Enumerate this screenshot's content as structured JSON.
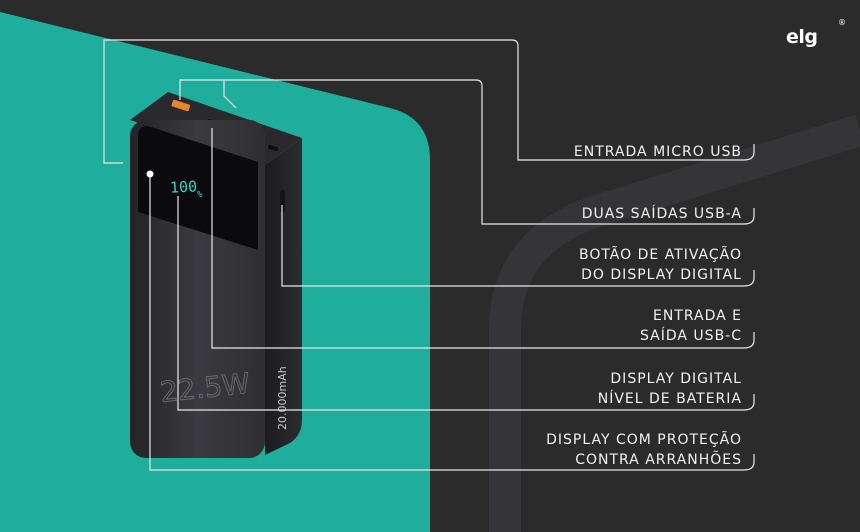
{
  "brand": {
    "logo_text": "elg",
    "trademark": "®"
  },
  "device": {
    "battery_level": "100",
    "battery_unit": "%",
    "power_rating": "22.5W",
    "capacity_print": "20.000mAh"
  },
  "callouts": [
    {
      "line1": "ENTRADA MICRO USB",
      "line2": ""
    },
    {
      "line1": "DUAS SAÍDAS USB-A",
      "line2": ""
    },
    {
      "line1": "BOTÃO DE ATIVAÇÃO",
      "line2": "DO DISPLAY DIGITAL"
    },
    {
      "line1": "ENTRADA E",
      "line2": "SAÍDA USB-C"
    },
    {
      "line1": "DISPLAY DIGITAL",
      "line2": "NÍVEL DE BATERIA"
    },
    {
      "line1": "DISPLAY COM PROTEÇÃO",
      "line2": "CONTRA ARRANHÕES"
    }
  ],
  "colors": {
    "background": "#2b2b2c",
    "accent": "#1fae9c",
    "line": "#e8e8e8",
    "display": "#35d4c7"
  }
}
